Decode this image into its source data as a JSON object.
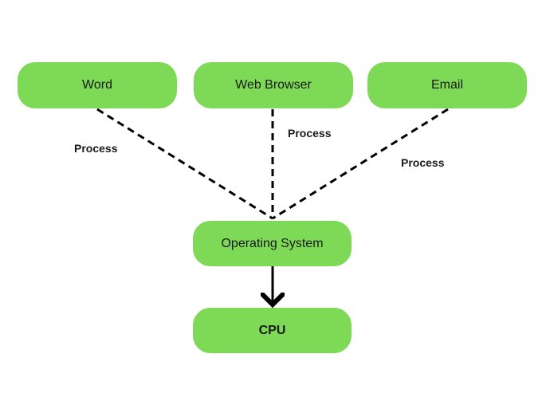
{
  "diagram": {
    "nodes": {
      "word": "Word",
      "web_browser": "Web Browser",
      "email": "Email",
      "operating_system": "Operating System",
      "cpu": "CPU"
    },
    "edge_labels": {
      "word_to_os": "Process",
      "browser_to_os": "Process",
      "email_to_os": "Process"
    },
    "colors": {
      "node_fill": "#7ed957",
      "line": "#000000"
    }
  }
}
